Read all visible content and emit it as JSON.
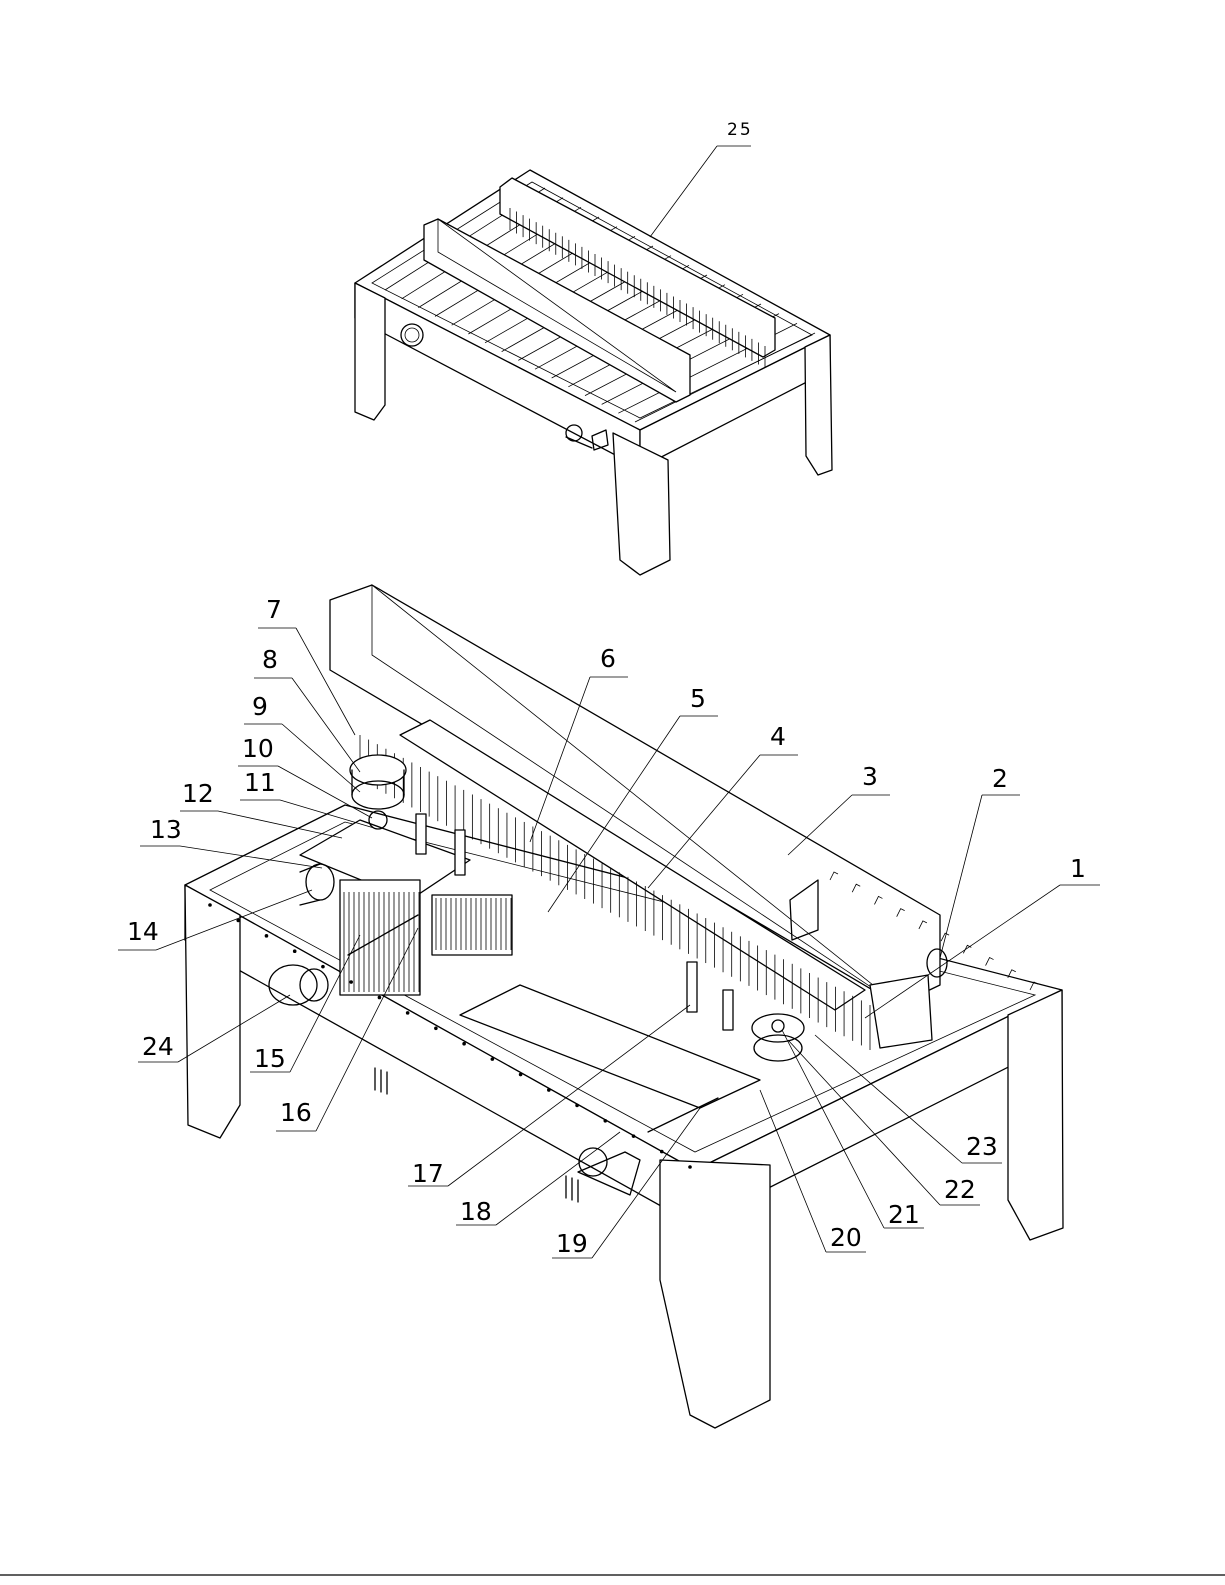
{
  "callouts": [
    {
      "id": "25",
      "text": "25"
    },
    {
      "id": "1",
      "text": "1"
    },
    {
      "id": "2",
      "text": "2"
    },
    {
      "id": "3",
      "text": "3"
    },
    {
      "id": "4",
      "text": "4"
    },
    {
      "id": "5",
      "text": "5"
    },
    {
      "id": "6",
      "text": "6"
    },
    {
      "id": "7",
      "text": "7"
    },
    {
      "id": "8",
      "text": "8"
    },
    {
      "id": "9",
      "text": "9"
    },
    {
      "id": "10",
      "text": "10"
    },
    {
      "id": "11",
      "text": "11"
    },
    {
      "id": "12",
      "text": "12"
    },
    {
      "id": "13",
      "text": "13"
    },
    {
      "id": "14",
      "text": "14"
    },
    {
      "id": "15",
      "text": "15"
    },
    {
      "id": "16",
      "text": "16"
    },
    {
      "id": "17",
      "text": "17"
    },
    {
      "id": "18",
      "text": "18"
    },
    {
      "id": "19",
      "text": "19"
    },
    {
      "id": "20",
      "text": "20"
    },
    {
      "id": "21",
      "text": "21"
    },
    {
      "id": "22",
      "text": "22"
    },
    {
      "id": "23",
      "text": "23"
    },
    {
      "id": "24",
      "text": "24"
    }
  ]
}
